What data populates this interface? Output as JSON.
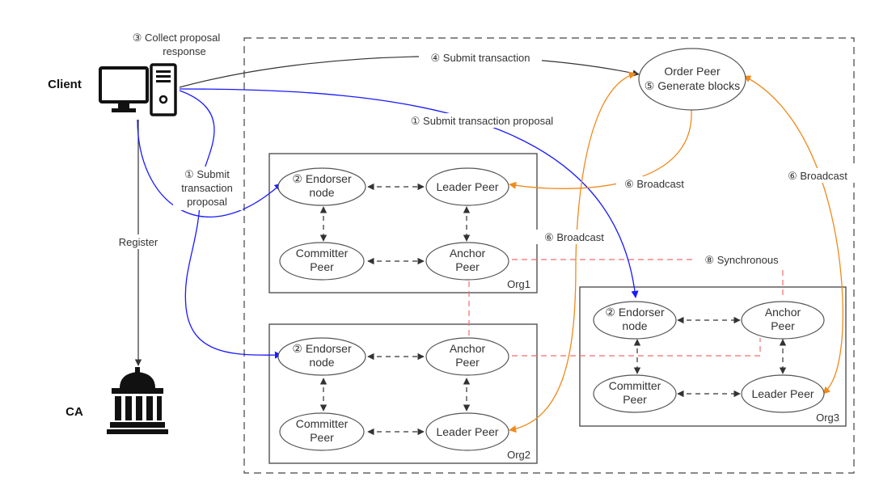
{
  "actors": {
    "client_label": "Client",
    "ca_label": "CA"
  },
  "icons": {
    "client": "desktop-computer-icon",
    "ca": "bank-building-icon"
  },
  "orderer": {
    "line1": "Order Peer",
    "line2": "⑤ Generate blocks"
  },
  "orgs": {
    "org1": {
      "label": "Org1",
      "endorser": [
        "② Endorser",
        "node"
      ],
      "leader": [
        "Leader Peer"
      ],
      "committer": [
        "Committer",
        "Peer"
      ],
      "anchor": [
        "Anchor",
        "Peer"
      ]
    },
    "org2": {
      "label": "Org2",
      "endorser": [
        "② Endorser",
        "node"
      ],
      "anchor": [
        "Anchor",
        "Peer"
      ],
      "committer": [
        "Committer",
        "Peer"
      ],
      "leader": [
        "Leader Peer"
      ]
    },
    "org3": {
      "label": "Org3",
      "endorser": [
        "② Endorser",
        "node"
      ],
      "anchor": [
        "Anchor",
        "Peer"
      ],
      "committer": [
        "Committer",
        "Peer"
      ],
      "leader": [
        "Leader Peer"
      ]
    }
  },
  "flow_labels": {
    "collect": [
      "③ Collect proposal",
      "response"
    ],
    "submit_tx": "④ Submit transaction",
    "submit_proposal": "① Submit transaction proposal",
    "submit_proposal_left": [
      "① Submit",
      "transaction",
      "proposal"
    ],
    "register": "Register",
    "broadcast_org1": "⑥ Broadcast",
    "broadcast_mid": "⑥ Broadcast",
    "broadcast_right": "⑥ Broadcast",
    "synchronous": "⑧ Synchronous"
  },
  "colors": {
    "black_edge": "#333333",
    "submit_edge": "#1a1aff",
    "broadcast_edge": "#f08a1c",
    "sync_edge": "#f26d6d",
    "node_stroke": "#555555"
  }
}
